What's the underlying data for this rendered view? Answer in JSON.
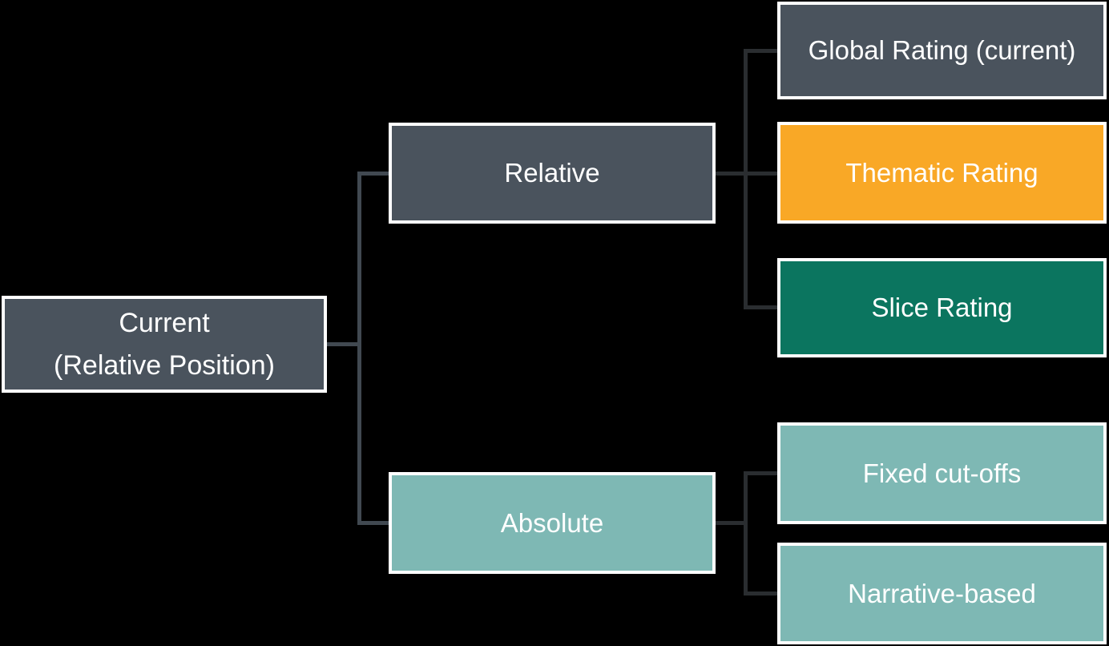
{
  "diagram": {
    "background_color": "#000000",
    "node_border_color": "#FFFFFF",
    "text_color": "#FFFFFF",
    "connector_colors": {
      "root_tree": "#414951",
      "relative_tree": "#2A2D30",
      "absolute_tree": "#2A2D30"
    },
    "nodes": {
      "root": {
        "line1": "Current",
        "line2": "(Relative Position)",
        "fill": "#4A535D"
      },
      "relative": {
        "label": "Relative",
        "fill": "#4A535D"
      },
      "absolute": {
        "label": "Absolute",
        "fill": "#7EB8B4"
      },
      "global_rating": {
        "label": "Global Rating (current)",
        "fill": "#4A535D"
      },
      "thematic_rating": {
        "label": "Thematic Rating",
        "fill": "#F9A826"
      },
      "slice_rating": {
        "label": "Slice Rating",
        "fill": "#0B755F"
      },
      "fixed_cutoffs": {
        "label": "Fixed cut-offs",
        "fill": "#7EB8B4"
      },
      "narrative_based": {
        "label": "Narrative-based",
        "fill": "#7EB8B4"
      }
    }
  }
}
